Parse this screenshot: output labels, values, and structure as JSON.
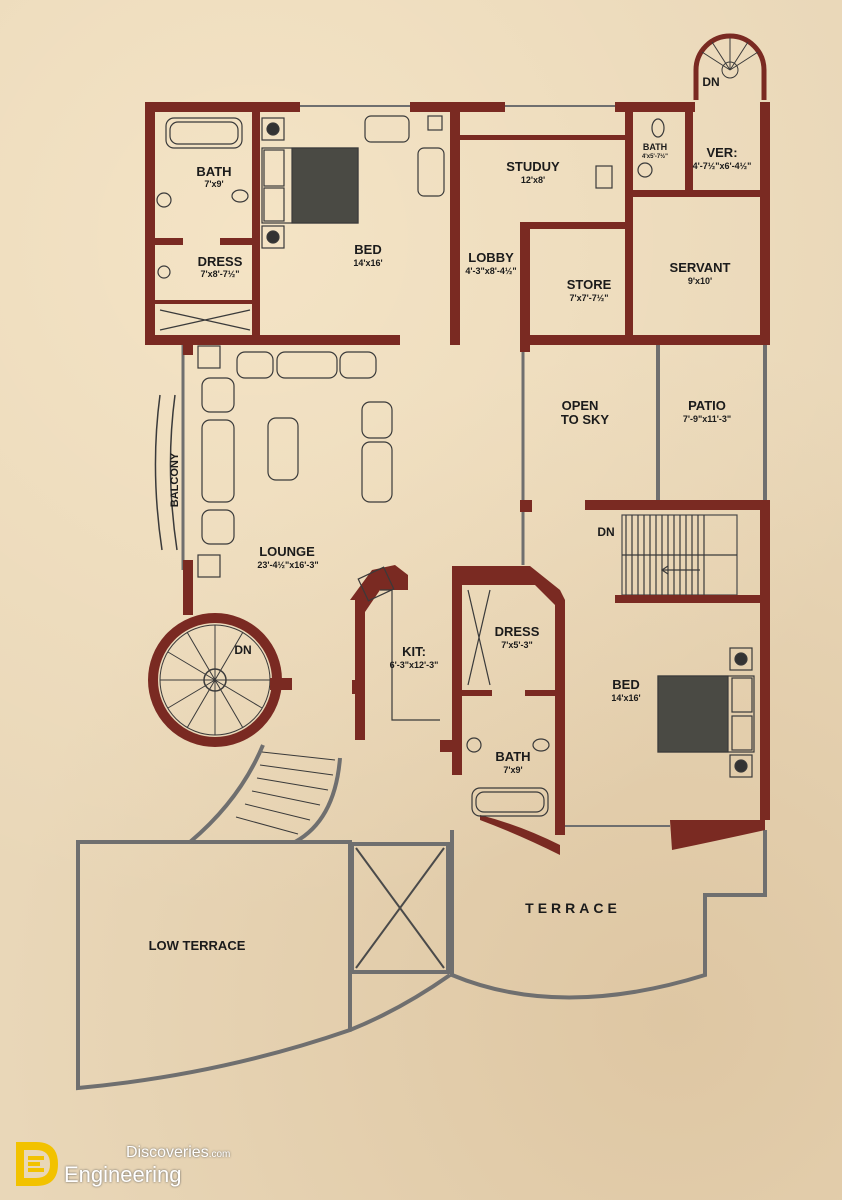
{
  "plan": {
    "rooms": {
      "bath_1": {
        "name": "BATH",
        "size": "7'x9'"
      },
      "dress_1": {
        "name": "DRESS",
        "size": "7'x8'-7½\""
      },
      "bed_1": {
        "name": "BED",
        "size": "14'x16'"
      },
      "study": {
        "name": "STUDUY",
        "size": "12'x8'"
      },
      "bath_small": {
        "name": "BATH",
        "size": "4'x5'-7½\""
      },
      "ver": {
        "name": "VER:",
        "size": "4'-7½\"x6'-4½\""
      },
      "lobby": {
        "name": "LOBBY",
        "size": "4'-3\"x8'-4½\""
      },
      "store": {
        "name": "STORE",
        "size": "7'x7'-7½\""
      },
      "servant": {
        "name": "SERVANT",
        "size": "9'x10'"
      },
      "open_sky_1": "OPEN",
      "open_sky_2": "TO SKY",
      "patio": {
        "name": "PATIO",
        "size": "7'-9\"x11'-3\""
      },
      "balcony": "BALCONY",
      "lounge": {
        "name": "LOUNGE",
        "size": "23'-4½\"x16'-3\""
      },
      "kit": {
        "name": "KIT:",
        "size": "6'-3\"x12'-3\""
      },
      "dress_2": {
        "name": "DRESS",
        "size": "7'x5'-3\""
      },
      "bath_2": {
        "name": "BATH",
        "size": "7'x9'"
      },
      "bed_2": {
        "name": "BED",
        "size": "14'x16'"
      },
      "terrace": "TERRACE",
      "low_terrace": "LOW TERRACE"
    },
    "stair_labels": {
      "top": "DN",
      "spiral": "DN",
      "straight": "DN"
    }
  },
  "brand": {
    "line1": "Discoveries",
    "line1_suffix": ".com",
    "line2": "Engineering"
  },
  "colors": {
    "wall": "#7a2a22",
    "outline": "#6f6f6f",
    "paper": "#e9d7b8"
  }
}
